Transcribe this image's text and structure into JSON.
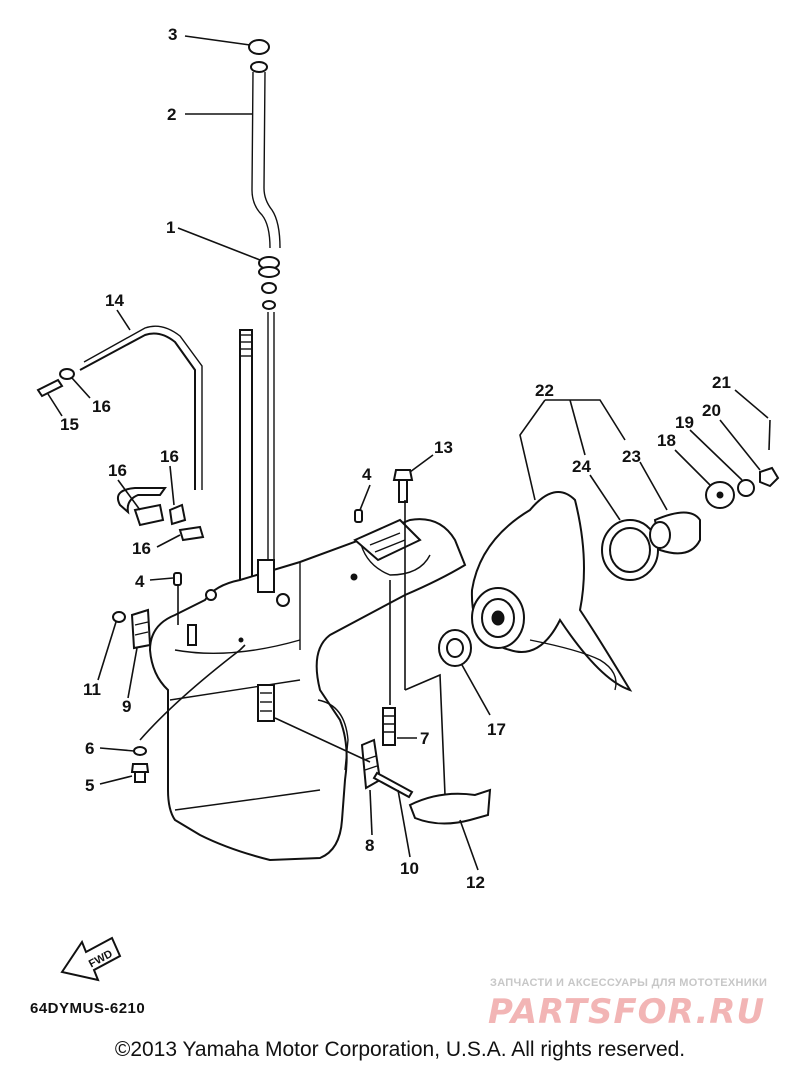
{
  "diagram": {
    "callouts": [
      "3",
      "2",
      "1",
      "14",
      "16",
      "15",
      "16",
      "16",
      "16",
      "4",
      "4",
      "11",
      "9",
      "13",
      "6",
      "5",
      "22",
      "24",
      "23",
      "18",
      "19",
      "20",
      "21",
      "17",
      "7",
      "8",
      "10",
      "12"
    ],
    "fwd_label": "FWD"
  },
  "footer": {
    "diagram_code": "64DYMUS-6210",
    "copyright": "©2013 Yamaha Motor Corporation, U.S.A. All rights reserved."
  },
  "watermark": {
    "tagline": "ЗАПЧАСТИ И АКСЕССУАРЫ ДЛЯ МОТОТЕХНИКИ",
    "brand": "PARTSFOR.RU"
  },
  "colors": {
    "ink": "#111111",
    "watermark_red": "#f2b5b5",
    "watermark_grey": "#c7c7c7"
  }
}
